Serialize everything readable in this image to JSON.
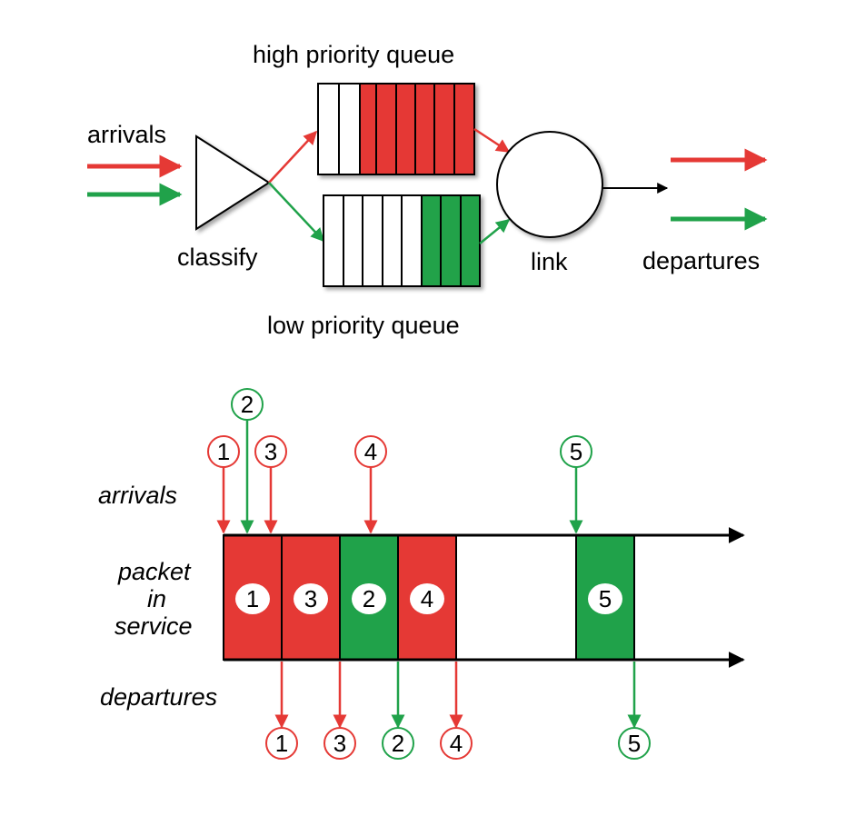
{
  "colors": {
    "high": "#e53935",
    "low": "#20a24a",
    "line": "#000000",
    "background": "#ffffff"
  },
  "top": {
    "arrivals_label": "arrivals",
    "classify_label": "classify",
    "high_queue_label": "high priority queue",
    "low_queue_label": "low priority queue",
    "link_label": "link",
    "departures_label": "departures"
  },
  "timeline": {
    "arrivals_label": "arrivals",
    "service_label_lines": [
      "packet",
      "in",
      "service"
    ],
    "departures_label": "departures",
    "arrival_packets": [
      {
        "id": "1",
        "color": "red"
      },
      {
        "id": "2",
        "color": "green"
      },
      {
        "id": "3",
        "color": "red"
      },
      {
        "id": "4",
        "color": "red"
      },
      {
        "id": "5",
        "color": "green"
      }
    ],
    "service_packets": [
      {
        "id": "1",
        "color": "red"
      },
      {
        "id": "3",
        "color": "red"
      },
      {
        "id": "2",
        "color": "green"
      },
      {
        "id": "4",
        "color": "red"
      },
      {
        "id": "5",
        "color": "green"
      }
    ],
    "departure_packets": [
      {
        "id": "1",
        "color": "red"
      },
      {
        "id": "3",
        "color": "red"
      },
      {
        "id": "2",
        "color": "green"
      },
      {
        "id": "4",
        "color": "red"
      },
      {
        "id": "5",
        "color": "green"
      }
    ]
  }
}
